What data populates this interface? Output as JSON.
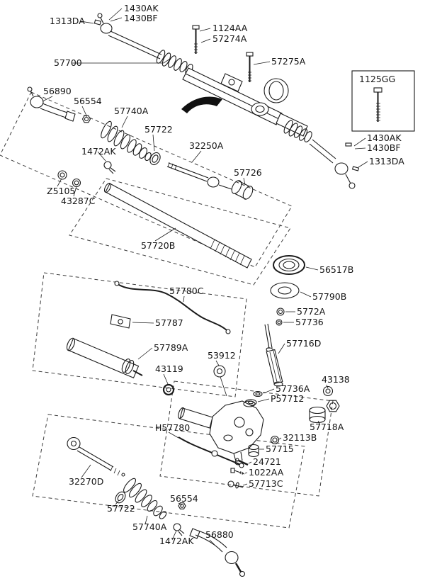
{
  "figure": {
    "type": "exploded-parts-diagram"
  },
  "colors": {
    "background": "#ffffff",
    "line": "#1a1a1a",
    "label_text": "#141414",
    "dashed_outline": "#3c3c3c"
  },
  "labels": [
    {
      "text": "1430AK"
    },
    {
      "text": "1430BF"
    },
    {
      "text": "1313DA"
    },
    {
      "text": "1124AA"
    },
    {
      "text": "57274A"
    },
    {
      "text": "57700"
    },
    {
      "text": "57275A"
    },
    {
      "text": "1125GG"
    },
    {
      "text": "56890"
    },
    {
      "text": "56554"
    },
    {
      "text": "57740A"
    },
    {
      "text": "57722"
    },
    {
      "text": "1430AK"
    },
    {
      "text": "1430BF"
    },
    {
      "text": "1472AK"
    },
    {
      "text": "32250A"
    },
    {
      "text": "1313DA"
    },
    {
      "text": "57726"
    },
    {
      "text": "Z5105"
    },
    {
      "text": "43287C"
    },
    {
      "text": "57720B"
    },
    {
      "text": "56517B"
    },
    {
      "text": "57780C"
    },
    {
      "text": "57790B"
    },
    {
      "text": "5772A"
    },
    {
      "text": "57736"
    },
    {
      "text": "57787"
    },
    {
      "text": "57716D"
    },
    {
      "text": "57789A"
    },
    {
      "text": "53912"
    },
    {
      "text": "43119"
    },
    {
      "text": "43138"
    },
    {
      "text": "57736A"
    },
    {
      "text": "P57712"
    },
    {
      "text": "H57780"
    },
    {
      "text": "32113B"
    },
    {
      "text": "57718A"
    },
    {
      "text": "57715"
    },
    {
      "text": "24721"
    },
    {
      "text": "1022AA"
    },
    {
      "text": "32270D"
    },
    {
      "text": "57713C"
    },
    {
      "text": "57722"
    },
    {
      "text": "56554"
    },
    {
      "text": "57740A"
    },
    {
      "text": "1472AK"
    },
    {
      "text": "56880"
    }
  ]
}
